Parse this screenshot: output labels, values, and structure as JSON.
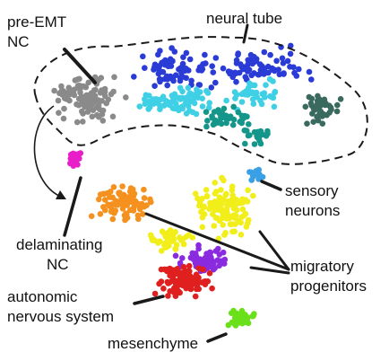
{
  "labels": {
    "pre_emt_line1": "pre-EMT",
    "pre_emt_line2": "NC",
    "neural_tube": "neural tube",
    "sensory_line1": "sensory",
    "sensory_line2": "neurons",
    "delaminating_line1": "delaminating",
    "delaminating_line2": "NC",
    "migratory_line1": "migratory",
    "migratory_line2": "progenitors",
    "autonomic_line1": "autonomic",
    "autonomic_line2": "nervous system",
    "mesenchyme": "mesenchyme"
  },
  "colors": {
    "grey": "#8a8a8a",
    "blue": "#2a3bd6",
    "cyan": "#3fd0e6",
    "teal": "#14968a",
    "dark_teal": "#3a6a5e",
    "magenta": "#e81ec8",
    "orange": "#f5911e",
    "yellow": "#f2ee1a",
    "purple": "#8a2be0",
    "red": "#e0201e",
    "green": "#6ae01a",
    "light_blue": "#3aa0e6",
    "outline": "#1a1a1a"
  }
}
